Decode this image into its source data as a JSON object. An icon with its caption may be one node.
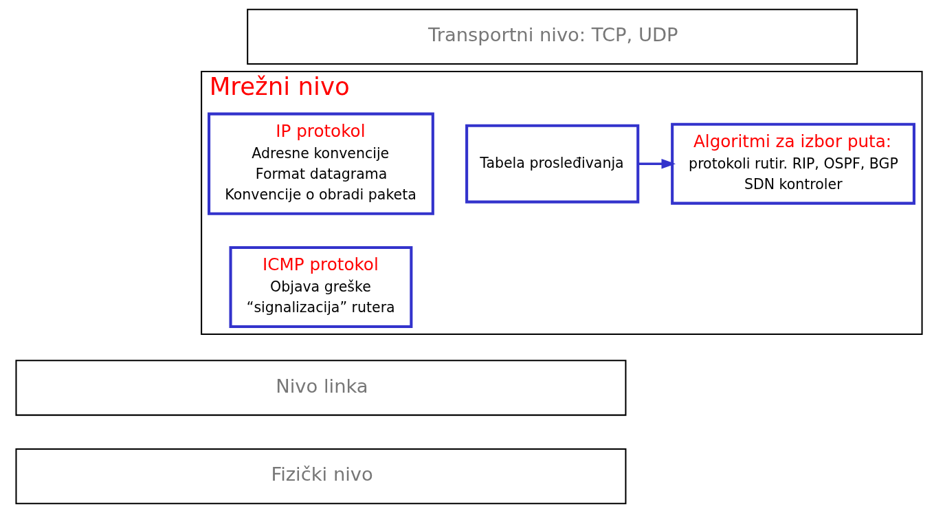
{
  "diagram": {
    "nodes": [
      {
        "text": [
          "Transportni nivo: TCP, UDP"
        ]
      },
      {
        "text": [
          "Mrežni nivo"
        ]
      },
      {
        "text": [
          "Algoritmi za izbor puta:",
          "protokoli rutir. RIP, OSPF, BGP",
          "SDN kontroler"
        ],
        "in": 1
      },
      {
        "text": [
          "Tabela prosleđivanja"
        ],
        "in": 1
      },
      {
        "text": [
          "IP protokol",
          "Adresne konvencije",
          "Format datagrama",
          "Konvencije o obradi paketa"
        ],
        "in": 1
      },
      {
        "text": [
          "ICMP protokol",
          "Objava greške",
          "“signalizacija” rutera"
        ],
        "in": 1
      },
      {
        "text": [
          "Nivo linka"
        ]
      },
      {
        "text": [
          "Fizički nivo"
        ]
      }
    ],
    "edges": [
      {
        "from": 3,
        "to": 2,
        "arrow": "to",
        "color": "#3333cc"
      }
    ]
  }
}
